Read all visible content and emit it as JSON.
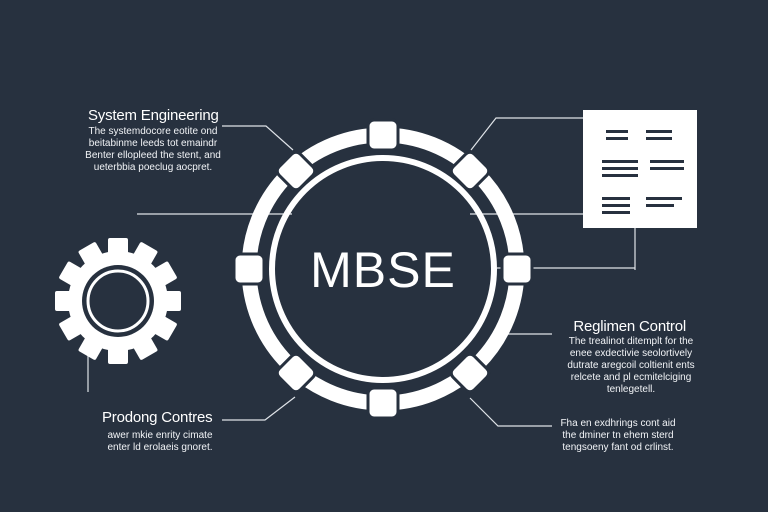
{
  "center": {
    "label": "MBSE"
  },
  "top_left": {
    "title": "System Engineering",
    "lines": [
      "The systemdocore eotite ond",
      "beitabinme leeds tot emaindr",
      "Benter ellopleed the stent, and",
      "ueterbbia poeclug aocpret."
    ]
  },
  "bottom_left": {
    "title": "Prodong Contres",
    "lines": [
      "awer mkie enrity cimate",
      "enter ld erolaeis gnoret."
    ]
  },
  "right_middle": {
    "title": "Reglimen Control",
    "lines": [
      "The trealinot ditemplt for the",
      "enee exdectivie seolortively",
      "dutrate aregcoil coltienit ents",
      "relcete and pl ecmitelciging",
      "tenlegetell."
    ]
  },
  "right_bottom": {
    "lines": [
      "Fha en exdhrings cont aid",
      "the dminer tn ehem sterd",
      "tengsoeny fant od crlinst."
    ]
  },
  "colors": {
    "background": "#27313f",
    "foreground": "#ffffff"
  },
  "icons": [
    "gear-icon",
    "document-icon"
  ]
}
